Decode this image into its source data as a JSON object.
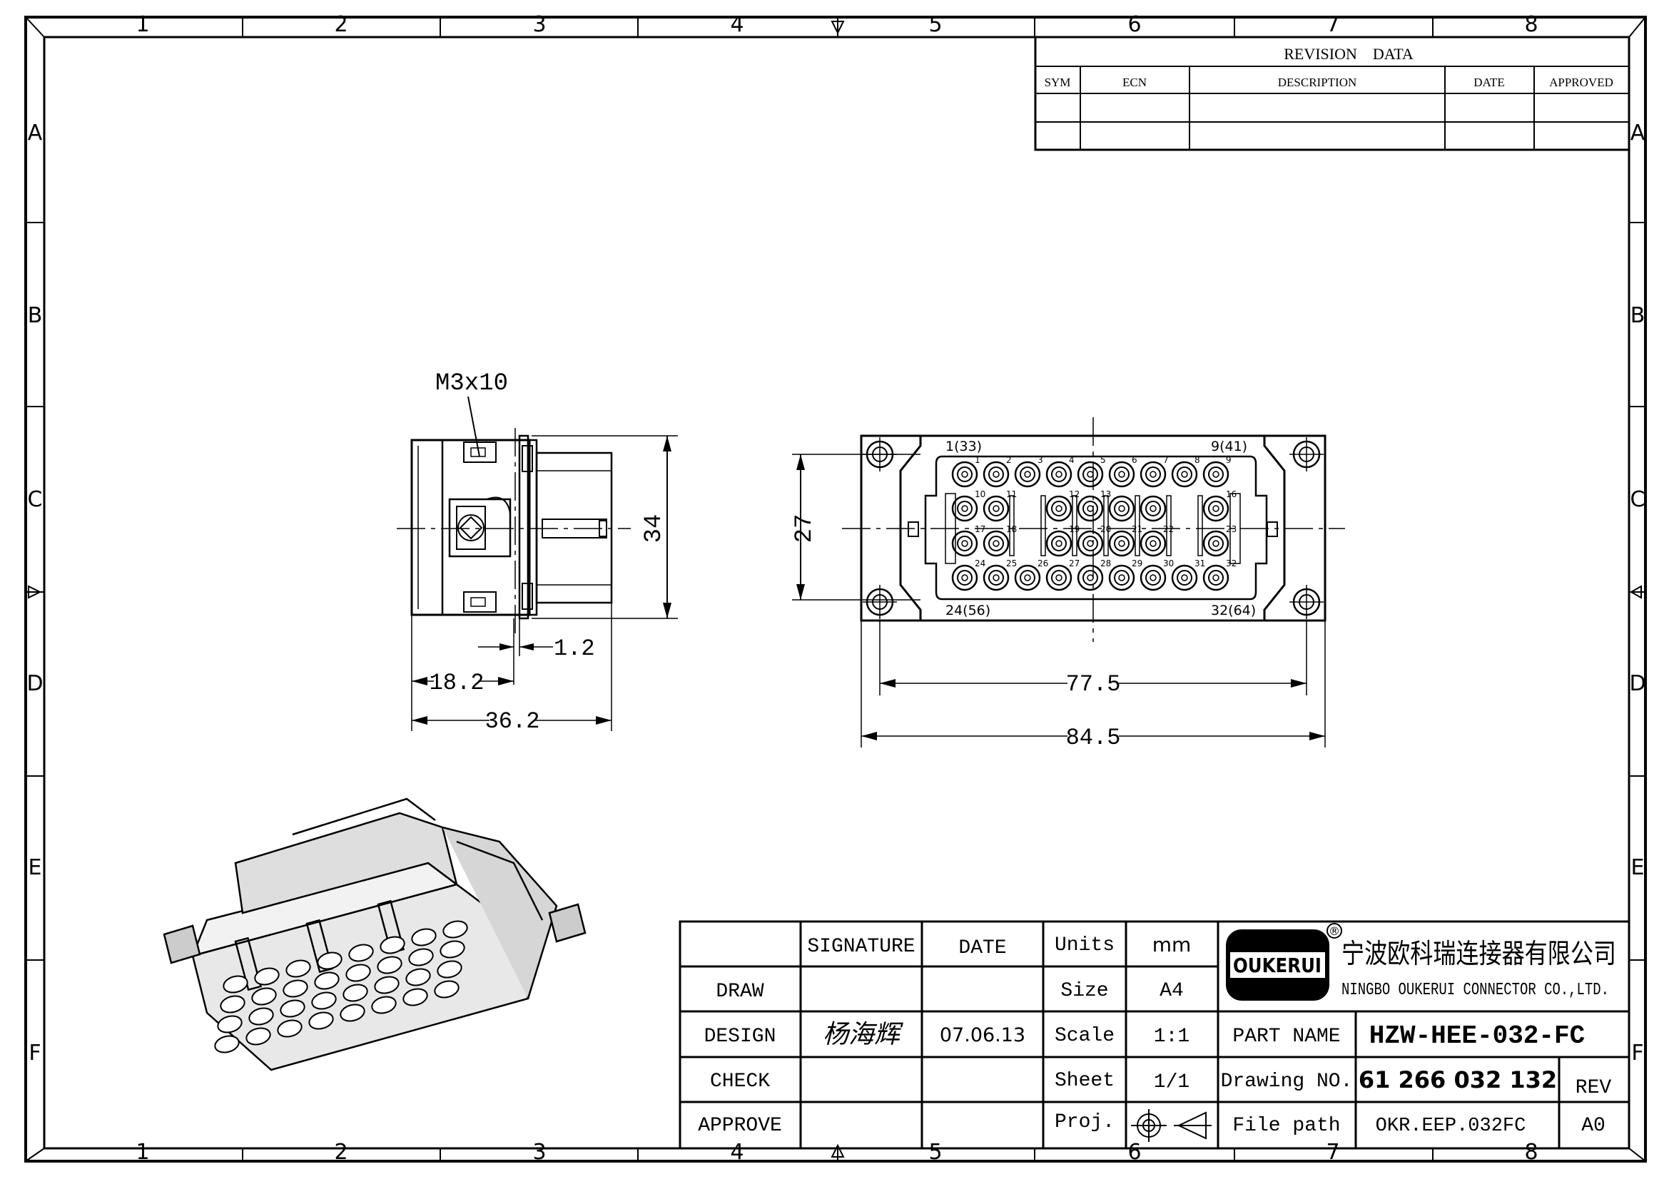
{
  "border": {
    "columns": [
      "1",
      "2",
      "3",
      "4",
      "5",
      "6",
      "7",
      "8"
    ],
    "rows": [
      "A",
      "B",
      "C",
      "D",
      "E",
      "F"
    ]
  },
  "revision": {
    "title": "REVISION    DATA",
    "headers": [
      "SYM",
      "ECN",
      "DESCRIPTION",
      "DATE",
      "APPROVED"
    ]
  },
  "side_view": {
    "callout": "M3x10",
    "dim_height": "34",
    "dim_small": "1.2",
    "dim_mid": "18.2",
    "dim_total": "36.2"
  },
  "front_view": {
    "dim_height": "27",
    "dim_inner": "77.5",
    "dim_outer": "84.5",
    "corner_labels": {
      "tl": "1(33)",
      "tr": "9(41)",
      "bl": "24(56)",
      "br": "32(64)"
    },
    "pin_rows": [
      [
        "1",
        "2",
        "3",
        "4",
        "5",
        "6",
        "7",
        "8",
        "9"
      ],
      [
        "10",
        "11",
        "12",
        "13",
        "",
        "",
        "16"
      ],
      [
        "17",
        "18",
        "19",
        "20",
        "21",
        "22",
        "23"
      ],
      [
        "24",
        "25",
        "26",
        "27",
        "28",
        "29",
        "30",
        "31",
        "32"
      ]
    ]
  },
  "title_block": {
    "col_headers": [
      "SIGNATURE",
      "DATE"
    ],
    "row_labels": [
      "DRAW",
      "DESIGN",
      "CHECK",
      "APPROVE"
    ],
    "signature": "杨海辉",
    "design_date": "07.06.13",
    "props": [
      {
        "label": "Units",
        "value": "mm"
      },
      {
        "label": "Size",
        "value": "A4"
      },
      {
        "label": "Scale",
        "value": "1:1"
      },
      {
        "label": "Sheet",
        "value": "1/1"
      },
      {
        "label": "Proj.",
        "value": ""
      }
    ],
    "logo_text": "OUKERUI",
    "registered": "®",
    "company_cn": "宁波欧科瑞连接器有限公司",
    "company_en": "NINGBO OUKERUI CONNECTOR CO.,LTD.",
    "part_name_label": "PART NAME",
    "part_name": "HZW-HEE-032-FC",
    "drawing_no_label": "Drawing NO.",
    "drawing_no": "61 266 032 132",
    "rev_label": "REV",
    "file_path_label": "File path",
    "file_path": "OKR.EEP.032FC",
    "rev": "A0"
  }
}
